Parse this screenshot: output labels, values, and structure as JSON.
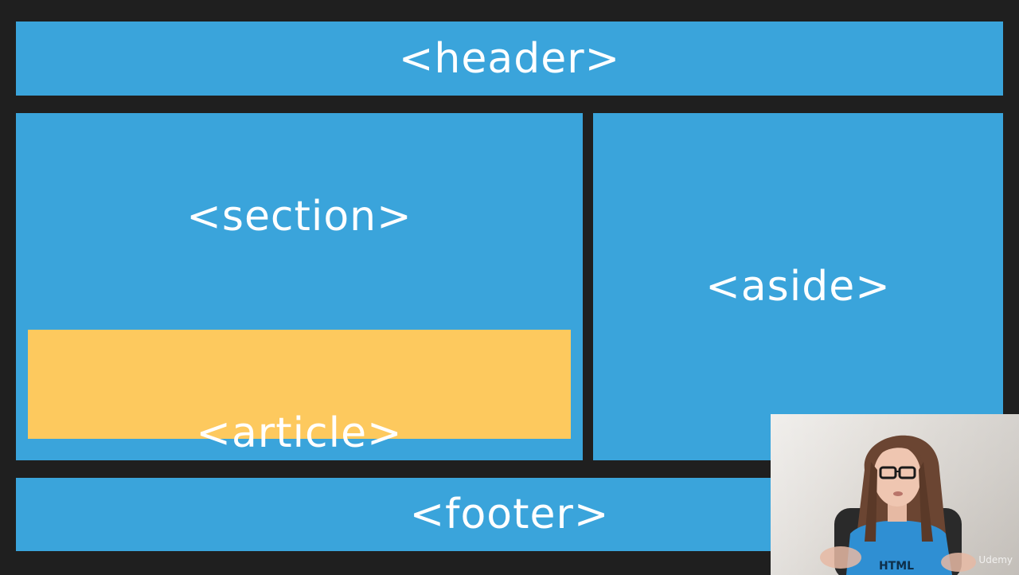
{
  "colors": {
    "background": "#1f1f1f",
    "block_blue": "#3aa4db",
    "article_yellow": "#fdc95e",
    "text": "#ffffff"
  },
  "diagram": {
    "header_label": "<header>",
    "section_label": "<section>",
    "article_label": "<article>",
    "aside_label": "<aside>",
    "footer_label": "<footer>"
  },
  "webcam": {
    "watermark": "Udemy",
    "shirt_text": "HTML"
  }
}
